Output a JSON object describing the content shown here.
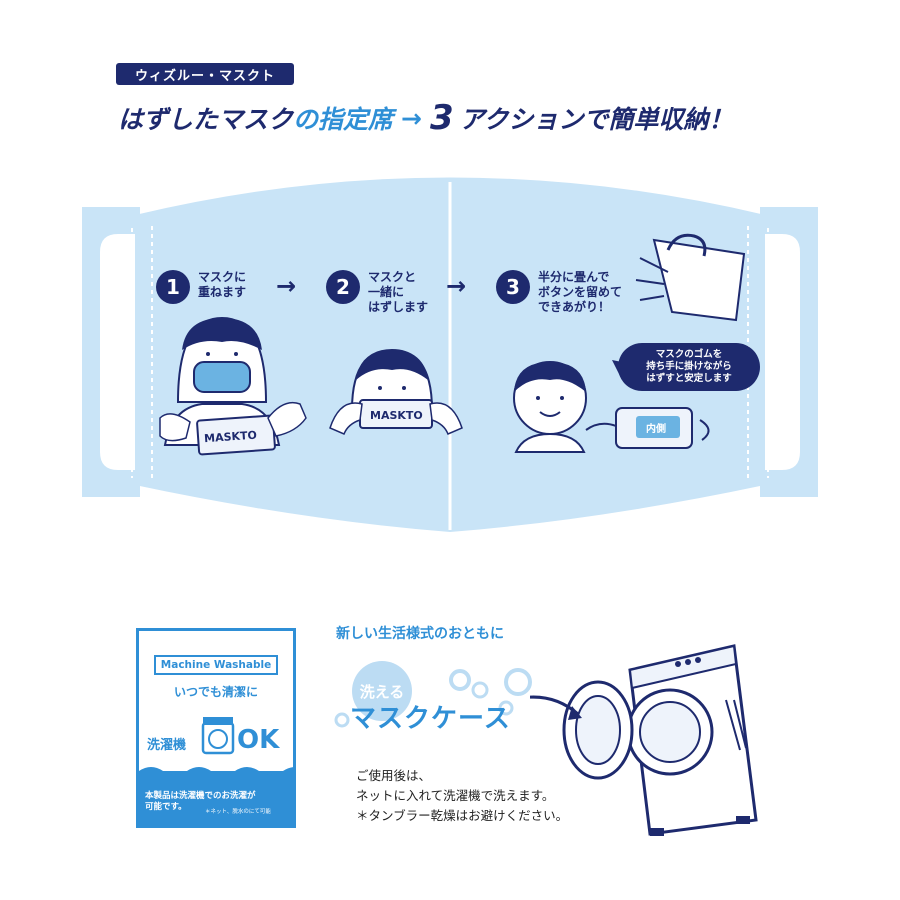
{
  "header": {
    "brand_tag": "ウィズルー・マスクト",
    "headline_part1": "はずしたマスク",
    "headline_part2": "の指定席",
    "headline_arrow": "→",
    "headline_number": "3",
    "headline_part3": "アクションで簡単収納！"
  },
  "steps": [
    {
      "number": "1",
      "line1": "マスクに",
      "line2": "重ねます",
      "line3": ""
    },
    {
      "number": "2",
      "line1": "マスクと",
      "line2": "一緒に",
      "line3": "はずします"
    },
    {
      "number": "3",
      "line1": "半分に畳んで",
      "line2": "ボタンを留めて",
      "line3": "できあがり！"
    }
  ],
  "step_arrow": "→",
  "case_label": "MASKTO",
  "inner_label": "内側",
  "tip_bubble": {
    "line1": "マスクのゴムを",
    "line2": "持ち手に掛けながら",
    "line3": "はずすと安定します"
  },
  "washable_box": {
    "machine_washable": "Machine Washable",
    "always_clean": "いつでも清潔に",
    "washing_machine": "洗濯機",
    "ok": "OK",
    "note_line1": "本製品は洗濯機",
    "note_line1b": "でのお洗濯が",
    "note_line2": "可能です。",
    "footnote": "＊ネット、脱水のにて可能"
  },
  "promo": {
    "subtitle": "新しい生活様式のおともに",
    "washable": "洗える",
    "mask_case": "マスクケース"
  },
  "usage_text": {
    "line1": "ご使用後は、",
    "line2": "ネットに入れて洗濯機で洗えます。",
    "line3": "＊タンブラー乾燥はお避けください。"
  },
  "colors": {
    "navy": "#1e2a6e",
    "accent_blue": "#2f8fd6",
    "mask_light_blue": "#c9e4f7",
    "bubble_light": "#bcdcf3"
  }
}
